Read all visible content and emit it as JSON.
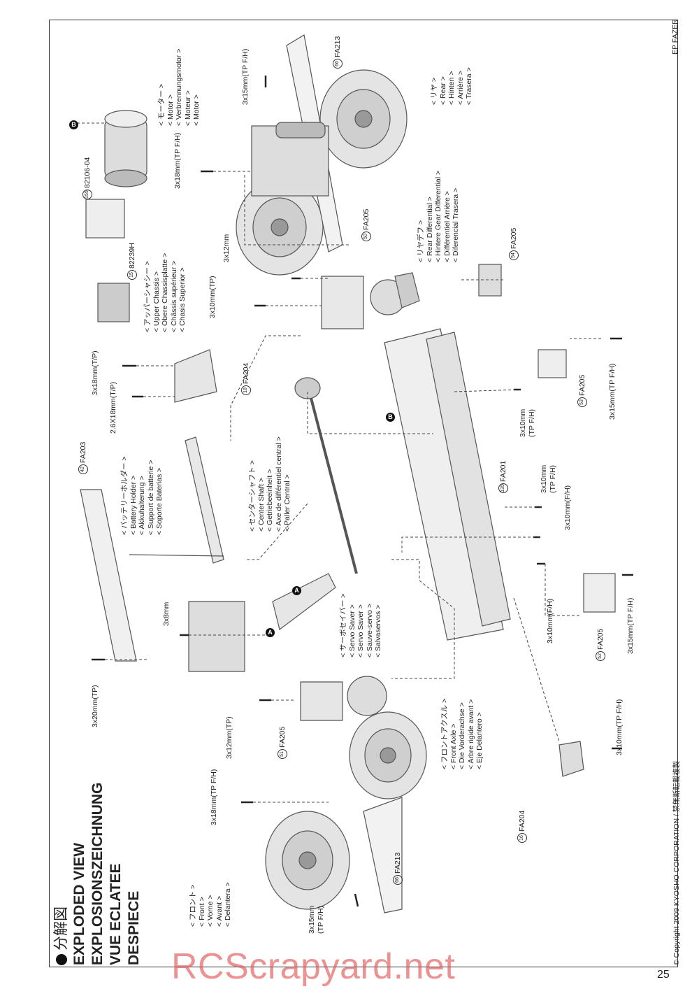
{
  "header": {
    "model": "EP FAZER"
  },
  "footer": {
    "copyright": "© Copyright 2009 KYOSHO CORPORATION / 禁無断転載複製",
    "page_number": "25",
    "watermark": "RCScrapyard.net"
  },
  "title": {
    "lines": [
      "分解図",
      "EXPLODED VIEW",
      "EXPLOSIONSZEICHNUNG",
      "VUE ECLATEE",
      "DESPIECE"
    ]
  },
  "parts": {
    "motor": {
      "num": "155",
      "code": "82106-04",
      "lines": [
        "< モーター >",
        "< Motor >",
        "< Verbrennungsmotor >",
        "< Moteur >",
        "< Motor >"
      ]
    },
    "rear": {
      "num": "66",
      "code": "FA213",
      "lines": [
        "< リヤ >",
        "< Rear >",
        "< Hinten >",
        "< Arrière >",
        "< Trasera >"
      ]
    },
    "rear_diff": {
      "num": "50",
      "code": "FA205",
      "lines": [
        "< リヤデフ >",
        "< Rear Differential >",
        "< Hintere Gear Differential >",
        "< Différentiel Arrière >",
        "< Diferencial Trasera >"
      ]
    },
    "upper_chassis": {
      "num": "15",
      "code": "82239H",
      "lines": [
        "< アッパーシャシー >",
        "< Upper Chassis >",
        "< Obere Chassisplatte >",
        "< Châssis supérieur >",
        "< Chasis Superior >"
      ]
    },
    "part54": {
      "num": "54",
      "code": "FA205"
    },
    "part18": {
      "num": "18",
      "code": "FA204"
    },
    "part53": {
      "num": "53",
      "code": "FA205"
    },
    "battery": {
      "num": "42",
      "code": "FA203",
      "lines": [
        "< バッテリーホルダー >",
        "< Battery Holder >",
        "< Akkuhalterung >",
        "< Support de batterie >",
        "< Soporte Baterias >"
      ]
    },
    "center_shaft": {
      "lines": [
        "< センターシャフト >",
        "< Center Shaft >",
        "< Getriebeeinheit >",
        "< Axe de différentiel central >",
        "< Paller Central >"
      ]
    },
    "chassis": {
      "num": "135",
      "code": "FA201"
    },
    "servo_saver": {
      "lines": [
        "< サーボセイバー >",
        "< Servo Saver >",
        "< Servo Saver >",
        "< Sauve-servo >",
        "< Salvaservos >"
      ]
    },
    "part52": {
      "num": "52",
      "code": "FA205"
    },
    "front_axle": {
      "lines": [
        "< フロントアクスル >",
        "< Front Axle >",
        "< Die Vorderachse >",
        "< Arbre rigide avant >",
        "< Eje Delantero >"
      ]
    },
    "part51": {
      "num": "51",
      "code": "FA205"
    },
    "part16": {
      "num": "16",
      "code": "FA204"
    },
    "front": {
      "num": "66",
      "code": "FA213",
      "lines": [
        "< フロント >",
        "< Front >",
        "< Vorne >",
        "< Avant >",
        "< Delantera >"
      ]
    }
  },
  "screws": {
    "s1": "3x15mm(TP F/H)",
    "s2": "3x18mm(TP F/H)",
    "s3": "3x12mm",
    "s4": "3x10mm(TP)",
    "s5": "3x18mm(T/P)",
    "s6": "2.6X18mm(T/P)",
    "s7": "3x15mm(TP F/H)",
    "s8a": "3x10mm",
    "s8b": "(TP F/H)",
    "s9a": "3x10mm",
    "s9b": "(TP F/H)",
    "s10": "3x10mm(F/H)",
    "s11": "3x8mm",
    "s12": "3x10mm(F/H)",
    "s13": "3x15mm(TP F/H)",
    "s14": "3x20mm(TP)",
    "s15": "3x12mm(TP)",
    "s16": "3x10mm(TP F/H)",
    "s17": "3x18mm(TP F/H)",
    "s18a": "3x15mm",
    "s18b": "(TP F/H)"
  },
  "markers": {
    "a": "A",
    "b": "B"
  }
}
